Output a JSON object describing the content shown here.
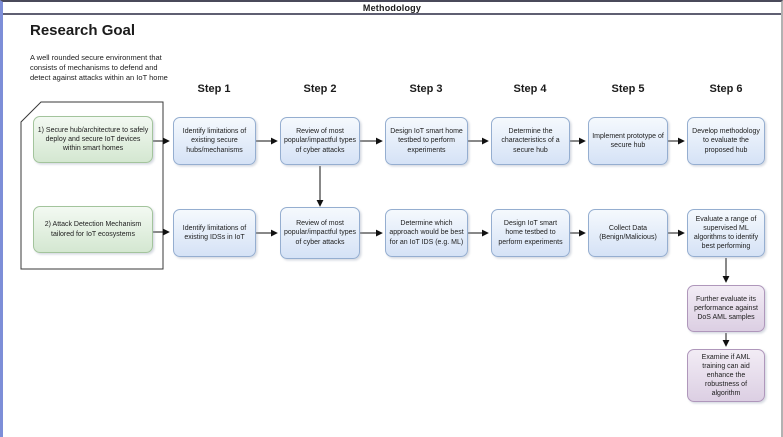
{
  "header": {
    "title": "Methodology"
  },
  "research_goal": {
    "heading": "Research Goal",
    "description": "A well rounded secure environment that consists of mechanisms to defend and detect against attacks within an IoT home",
    "goals": [
      "1) Secure hub/architecture to safely deploy and secure IoT devices within smart homes",
      "2) Attack Detection Mechanism tailored for IoT ecosystems"
    ]
  },
  "step_labels": [
    "Step 1",
    "Step 2",
    "Step 3",
    "Step 4",
    "Step 5",
    "Step 6"
  ],
  "track1_steps": [
    "Identify limitations of existing secure hubs/mechanisms",
    "Review of most popular/impactful types of cyber attacks",
    "Design IoT smart home testbed to perform experiments",
    "Determine the characteristics of a secure hub",
    "Implement prototype of secure hub",
    "Develop methodology to evaluate the proposed hub"
  ],
  "track2_steps": [
    "Identify limitations of existing IDSs in IoT",
    "Review of most popular/impactful types of cyber attacks",
    "Determine which approach would be best for an IoT IDS (e.g. ML)",
    "Design IoT smart home testbed to perform experiments",
    "Collect Data (Benign/Malicious)",
    "Evaluate a range of supervised ML algorithms to identify best performing"
  ],
  "track2_followups": [
    "Further evaluate its performance against DoS AML samples",
    "Examine if AML training can aid enhance the robustness of algorithm"
  ],
  "colors": {
    "blue_box_fill": "#dae8fc",
    "blue_box_border": "#95aed0",
    "green_box_fill": "#d5e8d4",
    "green_box_border": "#a3c49c",
    "purple_box_fill": "#e1d5e7",
    "purple_box_border": "#af97bb",
    "page_accent_border": "#7d8ed8",
    "connector": "#111111"
  }
}
